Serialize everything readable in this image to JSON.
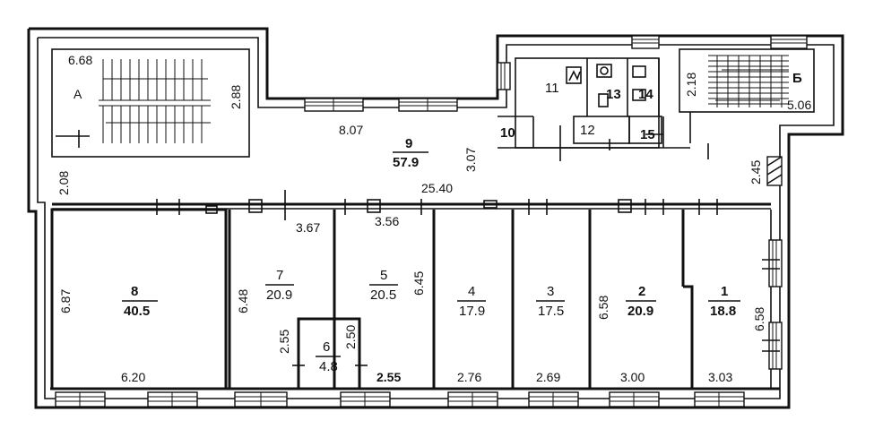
{
  "stairs": {
    "a": {
      "letter": "А",
      "d1": "6.68",
      "d2": "2.88",
      "d3": "2.08"
    },
    "b": {
      "letter": "Б",
      "d1": "2.18",
      "d2": "5.06"
    }
  },
  "corridor": {
    "number": "9",
    "area": "57.9",
    "d_len_top": "8.07",
    "d_w1": "3.07",
    "d_len": "25.40",
    "d_right": "2.45"
  },
  "service_rooms": [
    {
      "number": "10"
    },
    {
      "number": "11"
    },
    {
      "number": "12"
    },
    {
      "number": "13"
    },
    {
      "number": "14"
    },
    {
      "number": "15"
    }
  ],
  "rooms": {
    "r8": {
      "number": "8",
      "area": "40.5",
      "d_h": "6.87",
      "d_w": "6.20"
    },
    "r7": {
      "number": "7",
      "area": "20.9",
      "d_h": "6.48",
      "d_top": "3.67",
      "d_small": "2.55"
    },
    "r6": {
      "number": "6",
      "area": "4.8",
      "d_h": "2.50",
      "d_w": "2.55"
    },
    "r5": {
      "number": "5",
      "area": "20.5",
      "d_h": "6.45",
      "d_top": "3.56"
    },
    "r4": {
      "number": "4",
      "area": "17.9",
      "d_w": "2.76"
    },
    "r3": {
      "number": "3",
      "area": "17.5",
      "d_w": "2.69"
    },
    "r2": {
      "number": "2",
      "area": "20.9",
      "d_h": "6.58",
      "d_w": "3.00"
    },
    "r1": {
      "number": "1",
      "area": "18.8",
      "d_h": "6.58",
      "d_w": "3.03"
    }
  }
}
